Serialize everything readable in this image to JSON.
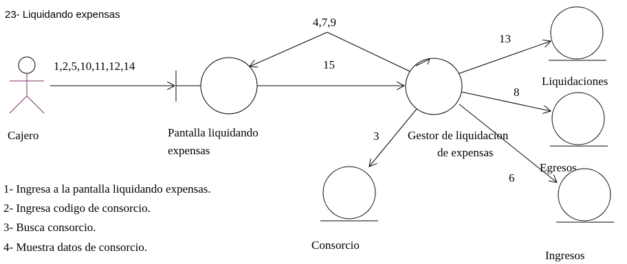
{
  "diagram": {
    "title": "23- Liquidando expensas",
    "actor": {
      "label": "Cajero"
    },
    "objects": {
      "pantalla": {
        "label_line1": "Pantalla liquidando",
        "label_line2": "expensas"
      },
      "gestor": {
        "label_line1": "Gestor de liquidacion",
        "label_line2": "de expensas"
      },
      "consorcio": {
        "label": "Consorcio"
      },
      "liquidaciones": {
        "label": "Liquidaciones"
      },
      "egresos": {
        "label": "Egresos"
      },
      "ingresos": {
        "label": "Ingresos"
      }
    },
    "messages": {
      "cajero_pantalla": "1,2,5,10,11,12,14",
      "gestor_pantalla_return": "4,7,9",
      "pantalla_gestor": "15",
      "gestor_consorcio": "3",
      "gestor_liquidaciones": "13",
      "gestor_egresos": "8",
      "gestor_ingresos": "6"
    },
    "steps": [
      "1- Ingresa a la pantalla liquidando expensas.",
      "2- Ingresa codigo de consorcio.",
      "3- Busca consorcio.",
      "4- Muestra datos de consorcio."
    ]
  }
}
